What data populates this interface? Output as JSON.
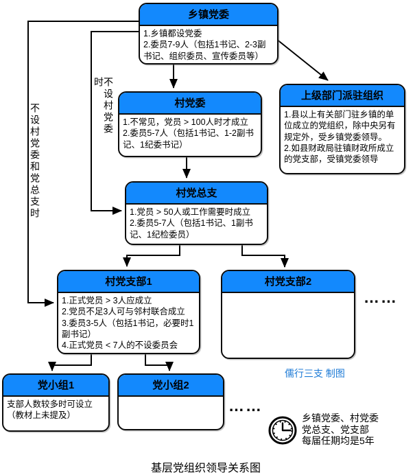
{
  "title": "基层党组织领导关系图",
  "attribution": "儒行三支 制图",
  "colors": {
    "header_blue": "#1389fd",
    "attribution_blue": "#1c7ad6",
    "line_black": "#000000"
  },
  "nodes": {
    "township": {
      "title": "乡镇党委",
      "body": "1.乡镇都设党委\n2.委员7-9人（包括1书记、2-3副书记、组织委员、宣传委员等）"
    },
    "village_committee": {
      "title": "村党委",
      "body": "1.不常见，党员 > 100人时才成立\n2.委员5-7人（包括1书记、1-2副书记、1纪委书记）"
    },
    "dispatched": {
      "title": "上级部门派驻组织",
      "body": "1.县以上有关部门驻乡镇的单位成立的党组织，除中央另有规定外，受乡镇党委领导。\n2.如县财政局驻镇财政所成立的党支部，受镇党委领导"
    },
    "general_branch": {
      "title": "村党总支",
      "body": "1.党员 > 50人或工作需要时成立\n2.委员5-7人（包括1书记、1副书记、1纪检委员）"
    },
    "branch1": {
      "title": "村党支部1",
      "body": "1.正式党员 > 3人应成立\n2.党员不足3人可与邻村联合成立\n3.委员3-5人（包括1书记，必要时1副书记）\n4.正式党员 < 7人的不设委员会"
    },
    "branch2": {
      "title": "村党支部2",
      "body": ""
    },
    "group1": {
      "title": "党小组1",
      "body": "支部人数较多时可设立\n（教材上未提及）"
    },
    "group2": {
      "title": "党小组2",
      "body": ""
    }
  },
  "edge_labels": {
    "no_village_committee": "不设村党委时",
    "no_committee_or_general": "不设村党委和党总支时"
  },
  "ellipsis": {
    "branches": "……",
    "groups": "……"
  },
  "clock_note": "乡镇党委、村党委\n党总支、党支部\n每届任期均是5年"
}
